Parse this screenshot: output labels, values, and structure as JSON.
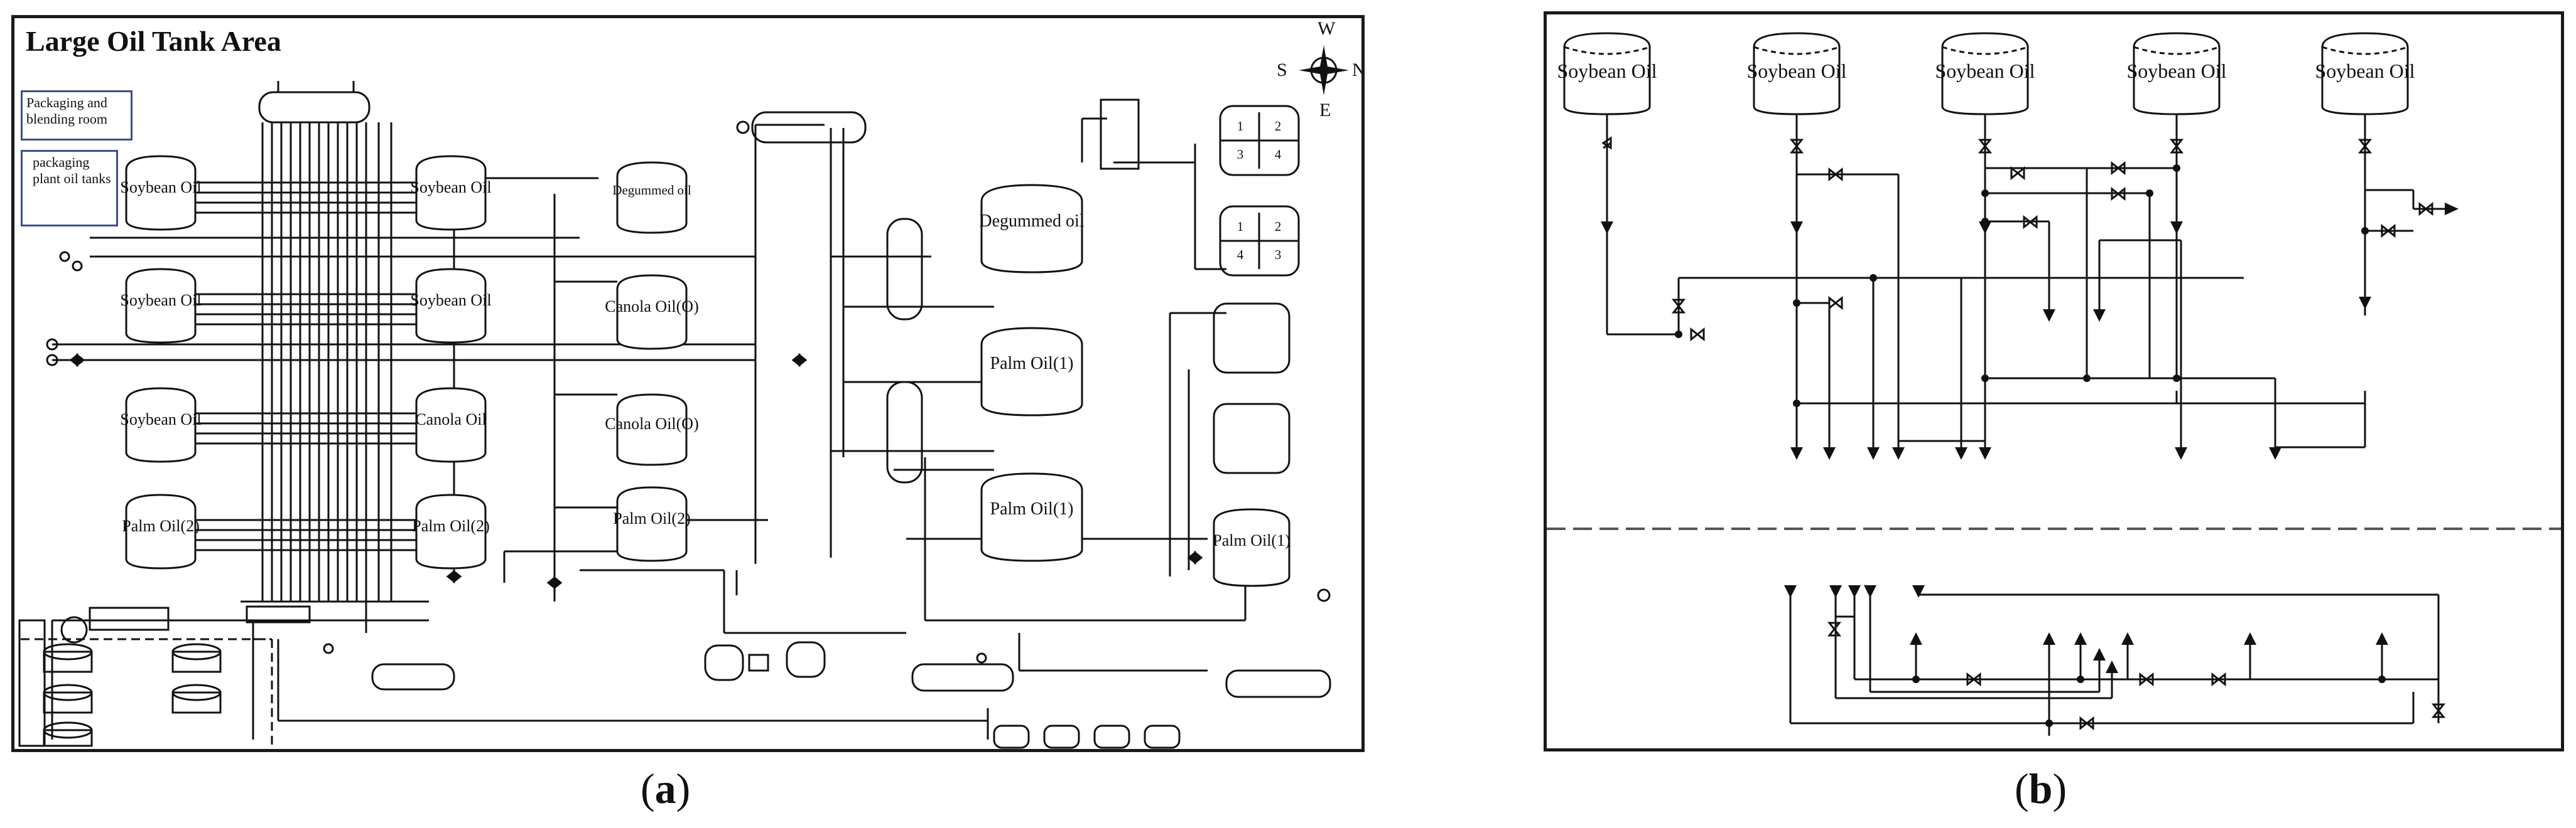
{
  "panel_a": {
    "title": "Large Oil Tank Area",
    "room_label": "Packaging and blending room",
    "plant_label": "packaging plant oil tanks",
    "compass": {
      "w": "W",
      "s": "S",
      "n": "N",
      "e": "E"
    },
    "tanks": [
      {
        "id": "l1",
        "label": "Soybean Oil"
      },
      {
        "id": "r1",
        "label": "Soybean Oil"
      },
      {
        "id": "l2",
        "label": "Soybean Oil"
      },
      {
        "id": "r2",
        "label": "Soybean Oil"
      },
      {
        "id": "l3",
        "label": "Soybean Oil"
      },
      {
        "id": "r3",
        "label": "Canola Oil"
      },
      {
        "id": "l4",
        "label": "Palm Oil(2)"
      },
      {
        "id": "r4",
        "label": "Palm Oil(2)"
      },
      {
        "id": "m1",
        "label": "Degummed oil"
      },
      {
        "id": "m2",
        "label": "Canola Oil(O)"
      },
      {
        "id": "m3",
        "label": "Canola Oil(O)"
      },
      {
        "id": "m4",
        "label": "Palm Oil(2)"
      },
      {
        "id": "d1",
        "label": "Degummed oil"
      },
      {
        "id": "p1",
        "label": "Palm Oil(1)"
      },
      {
        "id": "p2",
        "label": "Palm Oil(1)"
      },
      {
        "id": "p3",
        "label": "Palm Oil(1)"
      }
    ],
    "small_tank_numbers": [
      "1",
      "2",
      "3",
      "4",
      "1",
      "2",
      "4",
      "3"
    ]
  },
  "panel_b": {
    "tanks": [
      "Soybean Oil",
      "Soybean Oil",
      "Soybean Oil",
      "Soybean Oil",
      "Soybean Oil"
    ]
  },
  "captions": {
    "a": "a",
    "b": "b"
  }
}
